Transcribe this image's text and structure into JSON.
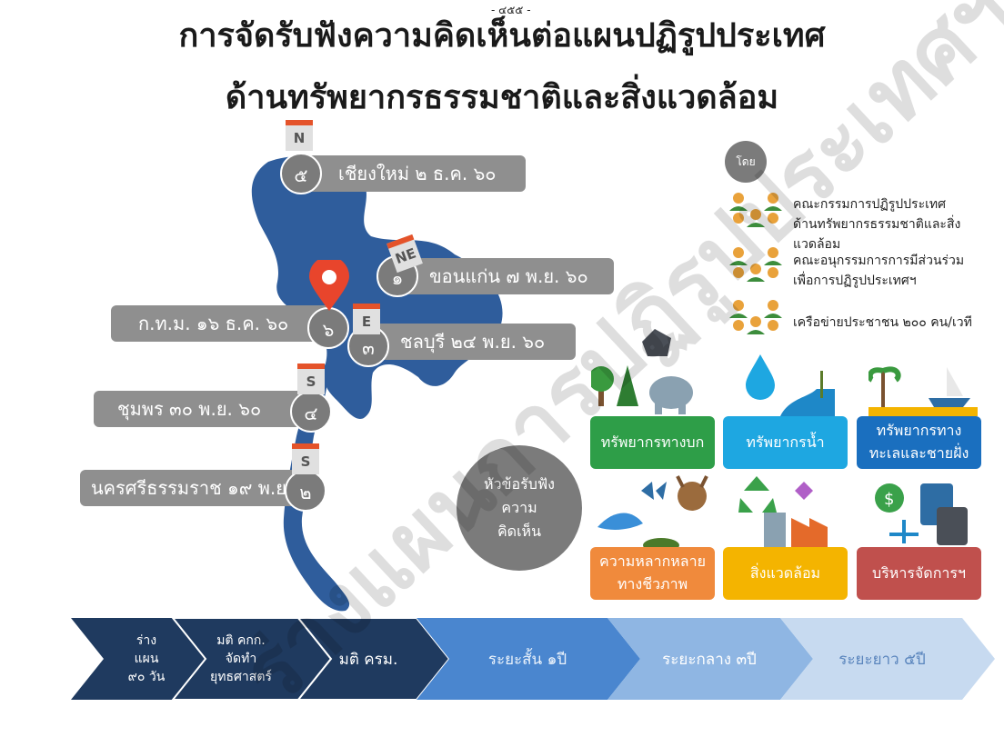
{
  "page_number": "- ๔๕๕ -",
  "title_line1": "การจัดรับฟังความคิดเห็นต่อแผนปฏิรูปประเทศ",
  "title_line2": "ด้านทรัพยากรธรรมชาติและสิ่งแวดล้อม",
  "watermark": "ร่างแผนการปฏิรูปประเทศฯ",
  "map": {
    "locations": [
      {
        "num": "๕",
        "label": "เชียงใหม่ ๒ ธ.ค. ๖๐",
        "badge": "N"
      },
      {
        "num": "๑",
        "label": "ขอนแก่น ๗ พ.ย. ๖๐",
        "badge": "NE"
      },
      {
        "num": "๖",
        "label": "ก.ท.ม. ๑๖ ธ.ค. ๖๐",
        "badge": ""
      },
      {
        "num": "๓",
        "label": "ชลบุรี ๒๔ พ.ย. ๖๐",
        "badge": "E"
      },
      {
        "num": "๔",
        "label": "ชุมพร ๓๐ พ.ย. ๖๐",
        "badge": "S"
      },
      {
        "num": "๒",
        "label": "นครศรีธรรมราช ๑๙ พ.ย. ๖๐",
        "badge": "S"
      }
    ],
    "center_label": "หัวข้อรับฟัง\nความ\nคิดเห็น"
  },
  "legend": {
    "circle_label": "โดย",
    "items": [
      "คณะกรรมการปฏิรูปประเทศ\nด้านทรัพยากรธรรมชาติและสิ่งแวดล้อม",
      "คณะอนุกรรมการการมีส่วนร่วม\nเพื่อการปฏิรูปประเทศฯ",
      "เครือข่ายประชาชน ๒๐๐ คน/เวที"
    ]
  },
  "topics": [
    {
      "label": "ทรัพยากรทางบก",
      "color": "#2e9e48"
    },
    {
      "label": "ทรัพยากรน้ำ",
      "color": "#1ea7e1"
    },
    {
      "label": "ทรัพยากรทาง\nทะเลและชายฝั่ง",
      "color": "#1a6fbf"
    },
    {
      "label": "ความหลากหลาย\nทางชีวภาพ",
      "color": "#f08a3c"
    },
    {
      "label": "สิ่งแวดล้อม",
      "color": "#f4b400"
    },
    {
      "label": "บริหารจัดการฯ",
      "color": "#c0504d"
    }
  ],
  "timeline": [
    {
      "label": "ร่าง\nแผน\n๙๐ วัน",
      "color": "#1f3a5f"
    },
    {
      "label": "มติ คกก.\nจัดทำ\nยุทธศาสตร์",
      "color": "#1f3a5f"
    },
    {
      "label": "มติ ครม.",
      "color": "#1f3a5f"
    },
    {
      "label": "ระยะสั้น ๑ปี",
      "color": "#4a86cf"
    },
    {
      "label": "ระยะกลาง ๓ปี",
      "color": "#8fb6e3"
    },
    {
      "label": "ระยะยาว ๕ปี",
      "color": "#c7daf0"
    }
  ]
}
